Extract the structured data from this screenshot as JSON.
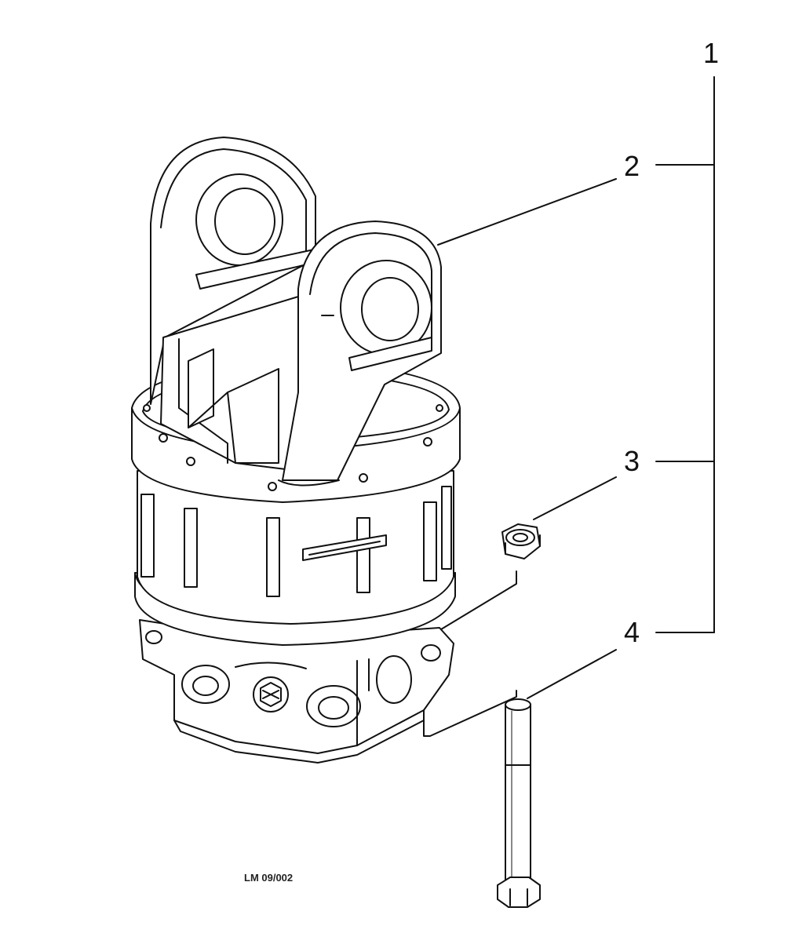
{
  "callouts": [
    {
      "number": "1",
      "part": "rotator assembly"
    },
    {
      "number": "2",
      "part": "rotator"
    },
    {
      "number": "3",
      "part": "nut"
    },
    {
      "number": "4",
      "part": "bolt"
    }
  ],
  "drawing_code": "LM 09/002",
  "colors": {
    "line": "#111111",
    "background": "#ffffff"
  }
}
